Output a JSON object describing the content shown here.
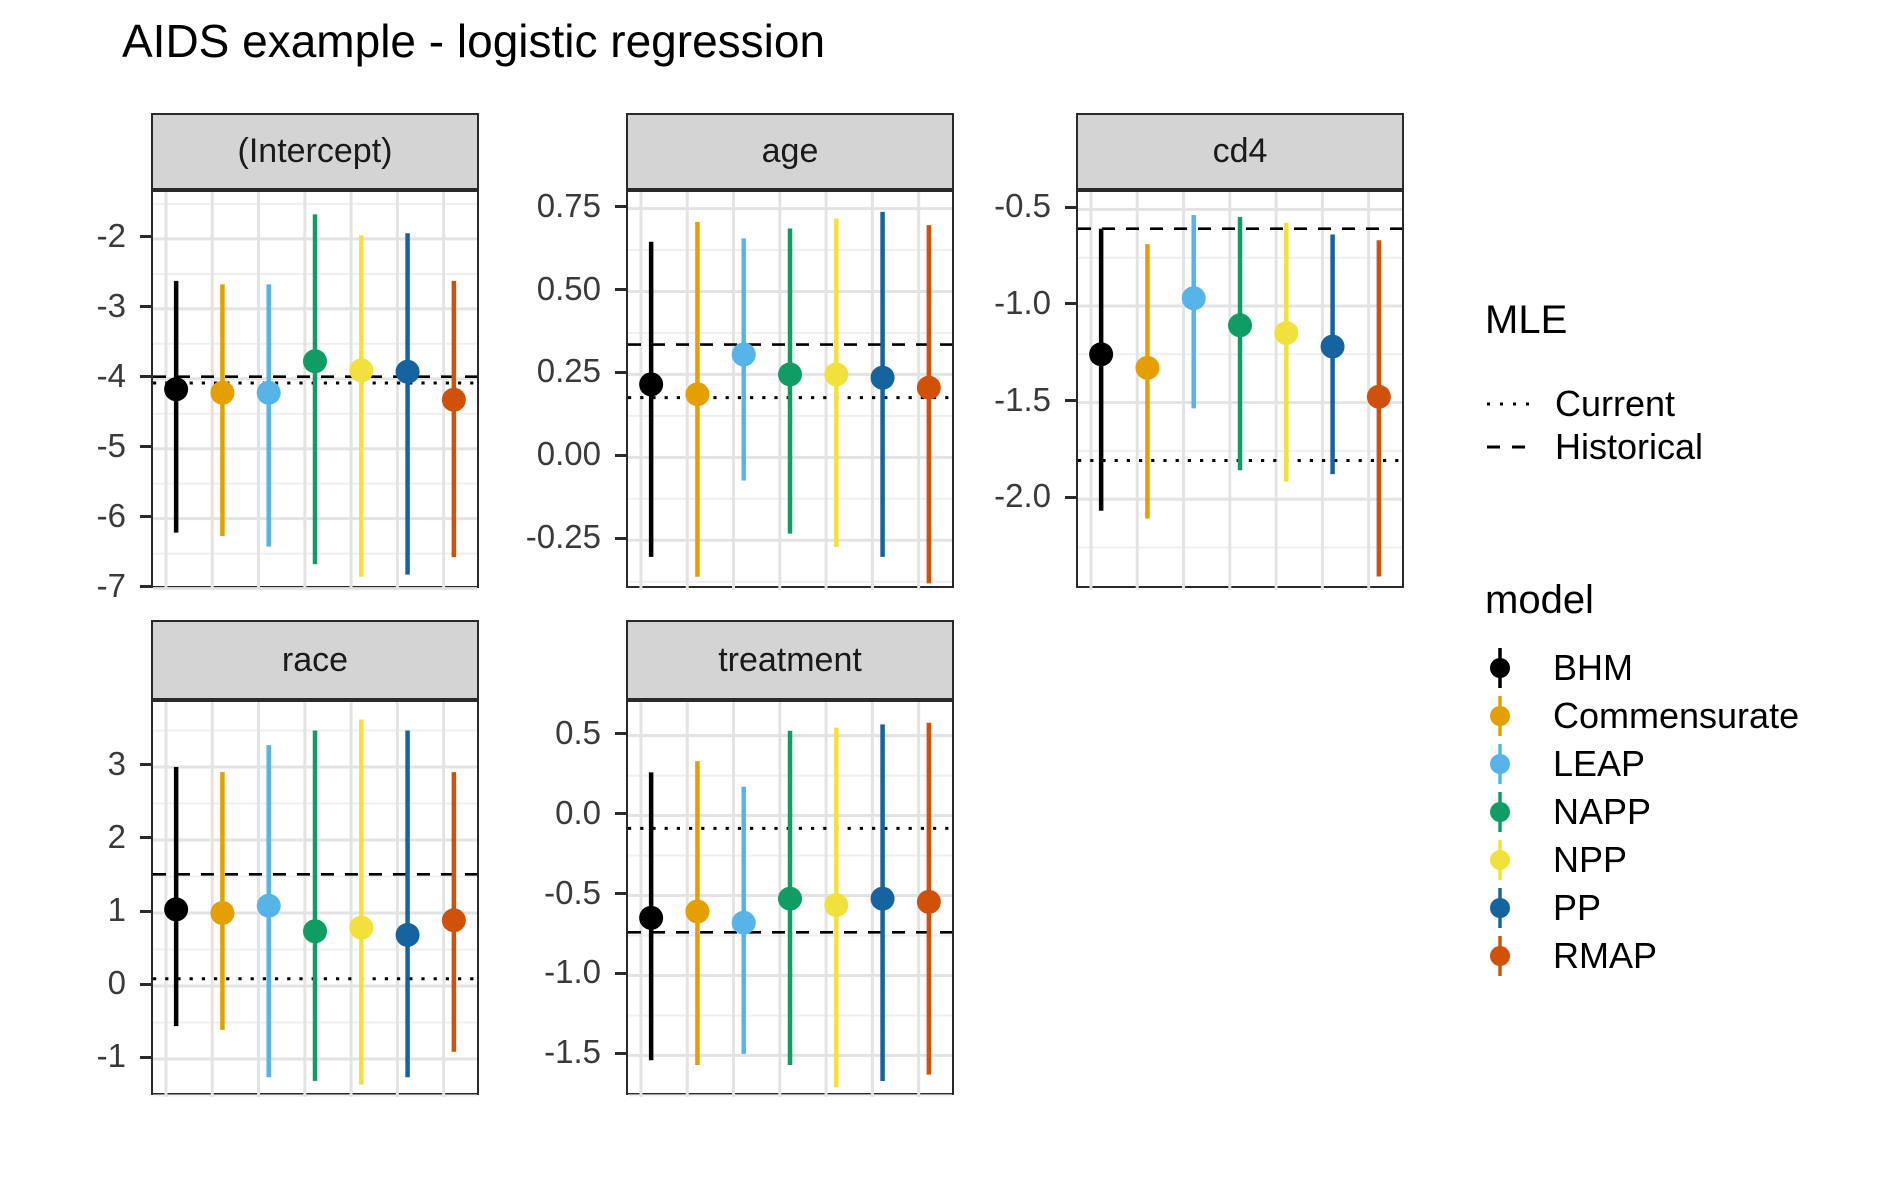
{
  "title": "AIDS example - logistic regression",
  "legend_mle": {
    "title": "MLE",
    "items": [
      {
        "label": "Current",
        "pattern": "dotted"
      },
      {
        "label": "Historical",
        "pattern": "dashed"
      }
    ]
  },
  "legend_model": {
    "title": "model",
    "items": [
      {
        "label": "BHM",
        "color": "#000000"
      },
      {
        "label": "Commensurate",
        "color": "#E69F00"
      },
      {
        "label": "LEAP",
        "color": "#56B4E9"
      },
      {
        "label": "NAPP",
        "color": "#0F9D63"
      },
      {
        "label": "NPP",
        "color": "#F2E13C"
      },
      {
        "label": "PP",
        "color": "#15639F"
      },
      {
        "label": "RMAP",
        "color": "#D1510A"
      }
    ]
  },
  "chart_data": {
    "type": "pointrange-faceted",
    "title": "AIDS example - logistic regression",
    "xlabel": "",
    "ylabel": "",
    "grid": true,
    "legend_position": "right",
    "models": [
      "BHM",
      "Commensurate",
      "LEAP",
      "NAPP",
      "NPP",
      "PP",
      "RMAP"
    ],
    "colors": [
      "#000000",
      "#E69F00",
      "#56B4E9",
      "#0F9D63",
      "#F2E13C",
      "#15639F",
      "#D1510A"
    ],
    "reference_lines": {
      "dotted": "Current MLE",
      "dashed": "Historical MLE"
    },
    "facets": [
      {
        "label": "(Intercept)",
        "ylim": [
          -7.02,
          -1.33
        ],
        "yticks": [
          -2,
          -3,
          -4,
          -5,
          -6,
          -7
        ],
        "ytick_labels": [
          "-2",
          "-3",
          "-4",
          "-5",
          "-6",
          "-7"
        ],
        "mle_current": -4.06,
        "mle_historical": -3.97,
        "est": [
          -4.15,
          -4.2,
          -4.2,
          -3.75,
          -3.88,
          -3.9,
          -4.3
        ],
        "lo": [
          -6.2,
          -6.25,
          -6.4,
          -6.65,
          -6.83,
          -6.8,
          -6.55
        ],
        "hi": [
          -2.6,
          -2.65,
          -2.65,
          -1.65,
          -1.95,
          -1.92,
          -2.6
        ]
      },
      {
        "label": "age",
        "ylim": [
          -0.4,
          0.8
        ],
        "yticks": [
          0.75,
          0.5,
          0.25,
          0.0,
          -0.25
        ],
        "ytick_labels": [
          "0.75",
          "0.50",
          "0.25",
          "0.00",
          "-0.25"
        ],
        "mle_current": 0.18,
        "mle_historical": 0.34,
        "est": [
          0.22,
          0.19,
          0.31,
          0.25,
          0.25,
          0.24,
          0.21
        ],
        "lo": [
          -0.3,
          -0.36,
          -0.07,
          -0.23,
          -0.27,
          -0.3,
          -0.38
        ],
        "hi": [
          0.65,
          0.71,
          0.66,
          0.69,
          0.72,
          0.74,
          0.7
        ]
      },
      {
        "label": "cd4",
        "ylim": [
          -2.47,
          -0.41
        ],
        "yticks": [
          -0.5,
          -1.0,
          -1.5,
          -2.0
        ],
        "ytick_labels": [
          "-0.5",
          "-1.0",
          "-1.5",
          "-2.0"
        ],
        "mle_current": -1.8,
        "mle_historical": -0.6,
        "est": [
          -1.25,
          -1.32,
          -0.96,
          -1.1,
          -1.14,
          -1.21,
          -1.47
        ],
        "lo": [
          -2.06,
          -2.1,
          -1.53,
          -1.85,
          -1.91,
          -1.87,
          -2.4
        ],
        "hi": [
          -0.6,
          -0.68,
          -0.53,
          -0.54,
          -0.57,
          -0.63,
          -0.66
        ]
      },
      {
        "label": "race",
        "ylim": [
          -1.52,
          3.89
        ],
        "yticks": [
          3,
          2,
          1,
          0,
          -1
        ],
        "ytick_labels": [
          "3",
          "2",
          "1",
          "0",
          "-1"
        ],
        "mle_current": 0.1,
        "mle_historical": 1.53,
        "est": [
          1.05,
          1.0,
          1.1,
          0.75,
          0.8,
          0.7,
          0.9
        ],
        "lo": [
          -0.55,
          -0.6,
          -1.25,
          -1.3,
          -1.35,
          -1.25,
          -0.9
        ],
        "hi": [
          3.0,
          2.93,
          3.3,
          3.5,
          3.65,
          3.5,
          2.93
        ]
      },
      {
        "label": "treatment",
        "ylim": [
          -1.76,
          0.71
        ],
        "yticks": [
          0.5,
          0.0,
          -0.5,
          -1.0,
          -1.5
        ],
        "ytick_labels": [
          "0.5",
          "0.0",
          "-0.5",
          "-1.0",
          "-1.5"
        ],
        "mle_current": -0.08,
        "mle_historical": -0.73,
        "est": [
          -0.64,
          -0.6,
          -0.67,
          -0.52,
          -0.56,
          -0.52,
          -0.54
        ],
        "lo": [
          -1.53,
          -1.56,
          -1.49,
          -1.56,
          -1.7,
          -1.66,
          -1.62
        ],
        "hi": [
          0.27,
          0.34,
          0.18,
          0.53,
          0.55,
          0.57,
          0.58
        ]
      }
    ]
  }
}
